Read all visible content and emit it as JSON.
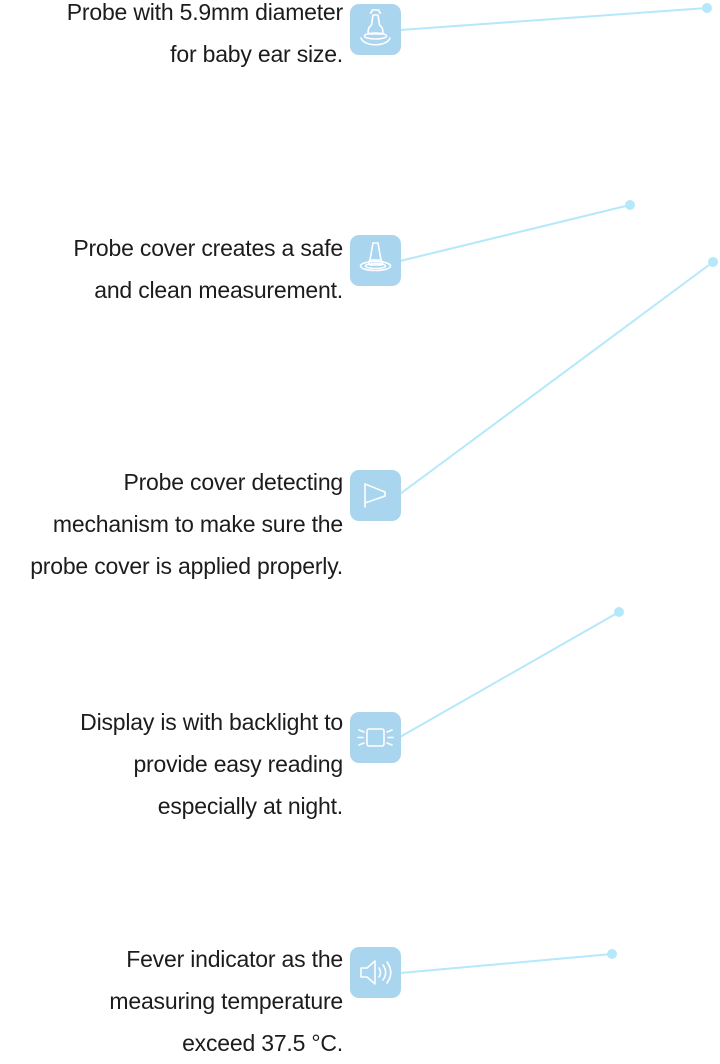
{
  "features": [
    {
      "icon": "probe-icon",
      "lines": [
        "Probe with 5.9mm diameter",
        "for baby ear size."
      ]
    },
    {
      "icon": "probe-cover-icon",
      "lines": [
        "Probe cover creates a safe",
        "and clean measurement."
      ]
    },
    {
      "icon": "probe-cover-detect-icon",
      "lines": [
        "Probe cover detecting",
        "mechanism to make sure the",
        "probe cover is applied properly."
      ]
    },
    {
      "icon": "backlight-display-icon",
      "lines": [
        "Display is with backlight to",
        "provide easy reading",
        "especially at night."
      ]
    },
    {
      "icon": "speaker-icon",
      "lines": [
        "Fever indicator as the",
        "measuring temperature",
        "exceed 37.5 °C."
      ]
    }
  ],
  "colors": {
    "icon_background": "#a9d5ef",
    "icon_stroke": "#ffffff",
    "leader_line": "#b5e8fa",
    "leader_dot": "#b5e8fa",
    "text": "#1c1c1c"
  }
}
